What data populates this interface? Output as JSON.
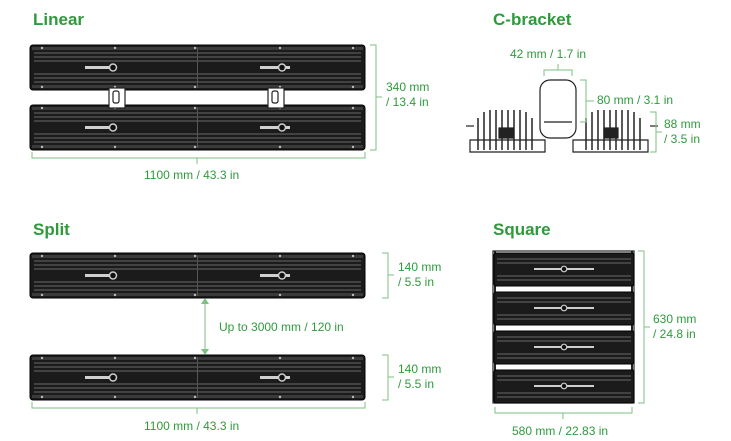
{
  "sections": {
    "linear": {
      "title": "Linear",
      "height": "340 mm",
      "height_in": "/ 13.4 in",
      "width": "1100 mm / 43.3 in"
    },
    "cbracket": {
      "title": "C-bracket",
      "top": "42 mm / 1.7 in",
      "right": "80 mm / 3.1 in",
      "height": "88 mm",
      "height_in": "/ 3.5 in"
    },
    "split": {
      "title": "Split",
      "top_h": "140 mm",
      "top_h_in": "/ 5.5 in",
      "gap": "Up to 3000 mm / 120 in",
      "bottom_h": "140 mm",
      "bottom_h_in": "/ 5.5 in",
      "width": "1100 mm / 43.3 in"
    },
    "square": {
      "title": "Square",
      "height": "630 mm",
      "height_in": "/ 24.8 in",
      "width": "580 mm / 22.83 in"
    }
  },
  "colors": {
    "accent": "#2e9a3c",
    "fixture": "#1a1a1a"
  }
}
